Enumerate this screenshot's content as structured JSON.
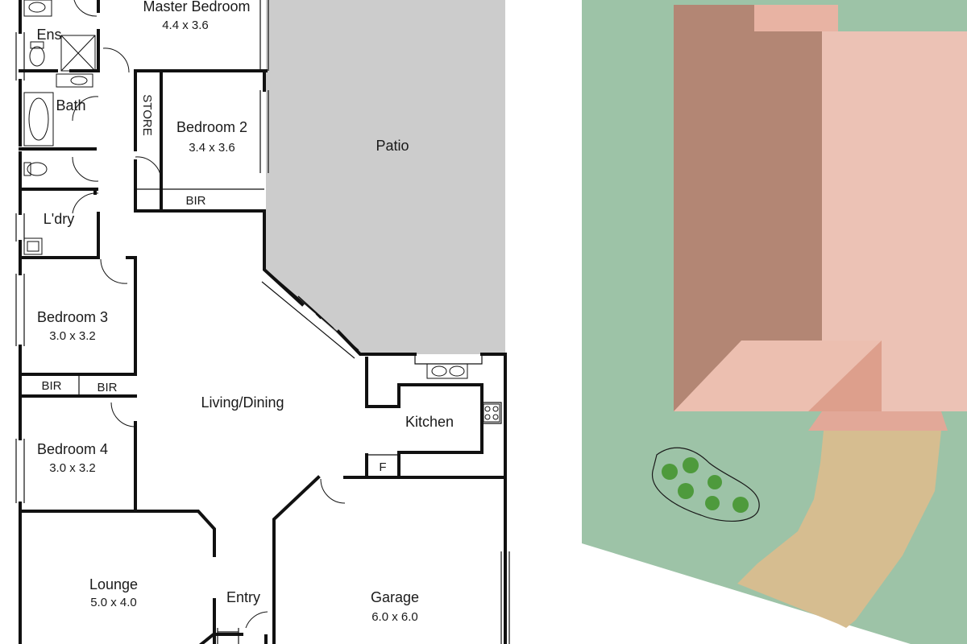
{
  "floorplan": {
    "rooms": {
      "master_bedroom": {
        "name": "Master Bedroom",
        "dims": "4.4 x 3.6"
      },
      "ensuite": {
        "name": "Ens"
      },
      "bath": {
        "name": "Bath"
      },
      "store": {
        "name": "STORE"
      },
      "bedroom2": {
        "name": "Bedroom 2",
        "dims": "3.4 x 3.6"
      },
      "bedroom2_bir": {
        "name": "BIR"
      },
      "patio": {
        "name": "Patio"
      },
      "laundry": {
        "name": "L'dry"
      },
      "bedroom3": {
        "name": "Bedroom 3",
        "dims": "3.0 x 3.2"
      },
      "bir_a": {
        "name": "BIR"
      },
      "bir_b": {
        "name": "BIR"
      },
      "living_dining": {
        "name": "Living/Dining"
      },
      "kitchen": {
        "name": "Kitchen"
      },
      "fridge": {
        "name": "F"
      },
      "bedroom4": {
        "name": "Bedroom 4",
        "dims": "3.0 x 3.2"
      },
      "lounge": {
        "name": "Lounge",
        "dims": "5.0 x 4.0"
      },
      "entry": {
        "name": "Entry"
      },
      "garage": {
        "name": "Garage",
        "dims": "6.0 x 6.0"
      }
    }
  },
  "siteplan": {
    "colors": {
      "lawn": "#9dc3a7",
      "roof_dark": "#b38674",
      "roof_light": "#ecc2b5",
      "roof_mid": "#e8b3a3",
      "driveway": "#d6bd90",
      "shrub": "#4e9a3c"
    }
  }
}
